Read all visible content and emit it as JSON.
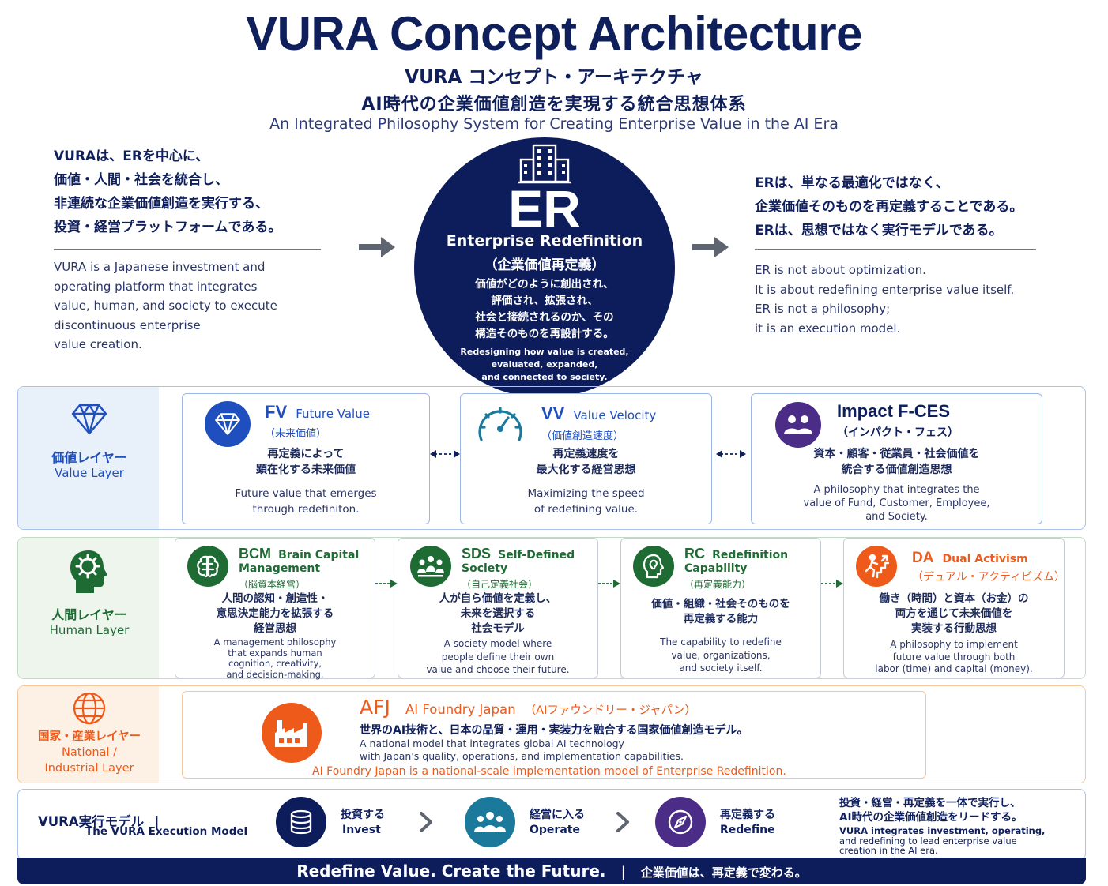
{
  "header": {
    "title": "VURA Concept Architecture",
    "title_jp": "VURA コンセプト・アーキテクチャ",
    "subtitle_jp": "AI時代の企業価値創造を実現する統合思想体系",
    "subtitle_en": "An Integrated Philosophy System for Creating Enterprise Value in the AI Era"
  },
  "left_intro": {
    "jp_lines": [
      "VURAは、ERを中心に、",
      "価値・人間・社会を統合し、",
      "非連続な企業価値創造を実行する、",
      "投資・経営プラットフォームである。"
    ],
    "en_lines": [
      "VURA is a Japanese investment and",
      "operating platform that integrates",
      "value, human, and society to execute",
      "discontinuous enterprise",
      "value creation."
    ]
  },
  "right_intro": {
    "jp_lines": [
      "ERは、単なる最適化ではなく、",
      "企業価値そのものを再定義することである。",
      "ERは、思想ではなく実行モデルである。"
    ],
    "en_lines": [
      "ER is not about optimization.",
      "It is about redefining enterprise value itself.",
      "ER is not a philosophy;",
      "it is an execution model."
    ]
  },
  "er": {
    "code": "ER",
    "name": "Enterprise Redefinition",
    "name_jp": "（企業価値再定義）",
    "desc_jp_lines": [
      "価値がどのように創出され、",
      "評価され、拡張され、",
      "社会と接続されるのか、その",
      "構造そのものを再設計する。"
    ],
    "desc_en_lines": [
      "Redesigning how value is created,",
      "evaluated, expanded,",
      "and connected to society."
    ]
  },
  "value_layer": {
    "label_jp": "価値レイヤー",
    "label_en": "Value Layer",
    "cards": [
      {
        "code": "FV",
        "name": "Future Value",
        "name_jp": "（未来価値）",
        "desc_jp_lines": [
          "再定義によって",
          "顕在化する未来価値"
        ],
        "desc_en_lines": [
          "Future value that emerges",
          "through redefiniton."
        ]
      },
      {
        "code": "VV",
        "name": "Value Velocity",
        "name_jp": "（価値創造速度）",
        "desc_jp_lines": [
          "再定義速度を",
          "最大化する経営思想"
        ],
        "desc_en_lines": [
          "Maximizing the speed",
          "of redefining value."
        ]
      },
      {
        "code": "Impact F-CES",
        "name": "",
        "name_jp": "（インパクト・フェス）",
        "desc_jp_lines": [
          "資本・顧客・従業員・社会価値を",
          "統合する価値創造思想"
        ],
        "desc_en_lines": [
          "A philosophy that integrates the",
          "value of Fund, Customer, Employee,",
          "and Society."
        ]
      }
    ]
  },
  "human_layer": {
    "label_jp": "人間レイヤー",
    "label_en": "Human Layer",
    "cards": [
      {
        "code": "BCM",
        "name_lines": [
          "Brain Capital",
          "Management"
        ],
        "name_jp": "（脳資本経営）",
        "desc_jp_lines": [
          "人間の認知・創造性・",
          "意思決定能力を拡張する",
          "経営思想"
        ],
        "desc_en_lines": [
          "A management philosophy",
          "that expands human",
          "cognition, creativity,",
          "and decision-making."
        ]
      },
      {
        "code": "SDS",
        "name_lines": [
          "Self-Defined",
          "Society"
        ],
        "name_jp": "（自己定義社会）",
        "desc_jp_lines": [
          "人が自ら価値を定義し、",
          "未来を選択する",
          "社会モデル"
        ],
        "desc_en_lines": [
          "A society model where",
          "people define their own",
          "value and choose their future."
        ]
      },
      {
        "code": "RC",
        "name_lines": [
          "Redefinition",
          "Capability"
        ],
        "name_jp": "（再定義能力）",
        "desc_jp_lines": [
          "価値・組織・社会そのものを",
          "再定義する能力"
        ],
        "desc_en_lines": [
          "The capability to redefine",
          "value, organizations,",
          "and society itself."
        ]
      },
      {
        "code": "DA",
        "name_lines": [
          "Dual Activism"
        ],
        "name_jp": "（デュアル・アクティビズム）",
        "desc_jp_lines": [
          "働き（時間）と資本（お金）の",
          "両方を通じて未来価値を",
          "実装する行動思想"
        ],
        "desc_en_lines": [
          "A philosophy to implement",
          "future value through both",
          "labor (time) and capital (money)."
        ]
      }
    ]
  },
  "national_layer": {
    "label_jp": "国家・産業レイヤー",
    "label_en_lines": [
      "National /",
      "Industrial Layer"
    ],
    "afj": {
      "code": "AFJ",
      "name": "AI Foundry Japan",
      "name_jp": "（AIファウンドリー・ジャパン）",
      "desc_jp": "世界のAI技術と、日本の品質・運用・実装力を融合する国家価値創造モデル。",
      "desc_en_lines": [
        "A national model that integrates global AI technology",
        "with Japan's quality, operations, and implementation capabilities."
      ],
      "tagline": "AI Foundry Japan is a national-scale implementation model of Enterprise Redefinition."
    }
  },
  "execution": {
    "label_jp": "VURA実行モデル",
    "separator": "|",
    "label_en": "The VURA Execution Model",
    "steps": [
      {
        "jp": "投資する",
        "en": "Invest"
      },
      {
        "jp": "経営に入る",
        "en": "Operate"
      },
      {
        "jp": "再定義する",
        "en": "Redefine"
      }
    ],
    "summary_jp_lines": [
      "投資・経営・再定義を一体で実行し、",
      "AI時代の企業価値創造をリードする。"
    ],
    "summary_en_lines": [
      "VURA integrates investment, operating,",
      "and redefining to lead enterprise value",
      "creation in the AI era."
    ]
  },
  "footer": {
    "en": "Redefine Value. Create the Future.",
    "separator": "|",
    "jp": "企業価値は、再定義で変わる。"
  },
  "colors": {
    "navy": "#0d1d5c",
    "value_blue": "#1f4fbf",
    "human_green": "#1e6b34",
    "national_orange": "#ee5a1a",
    "exec_purple": "#4b2c86",
    "exec_teal": "#1b7a9c"
  }
}
